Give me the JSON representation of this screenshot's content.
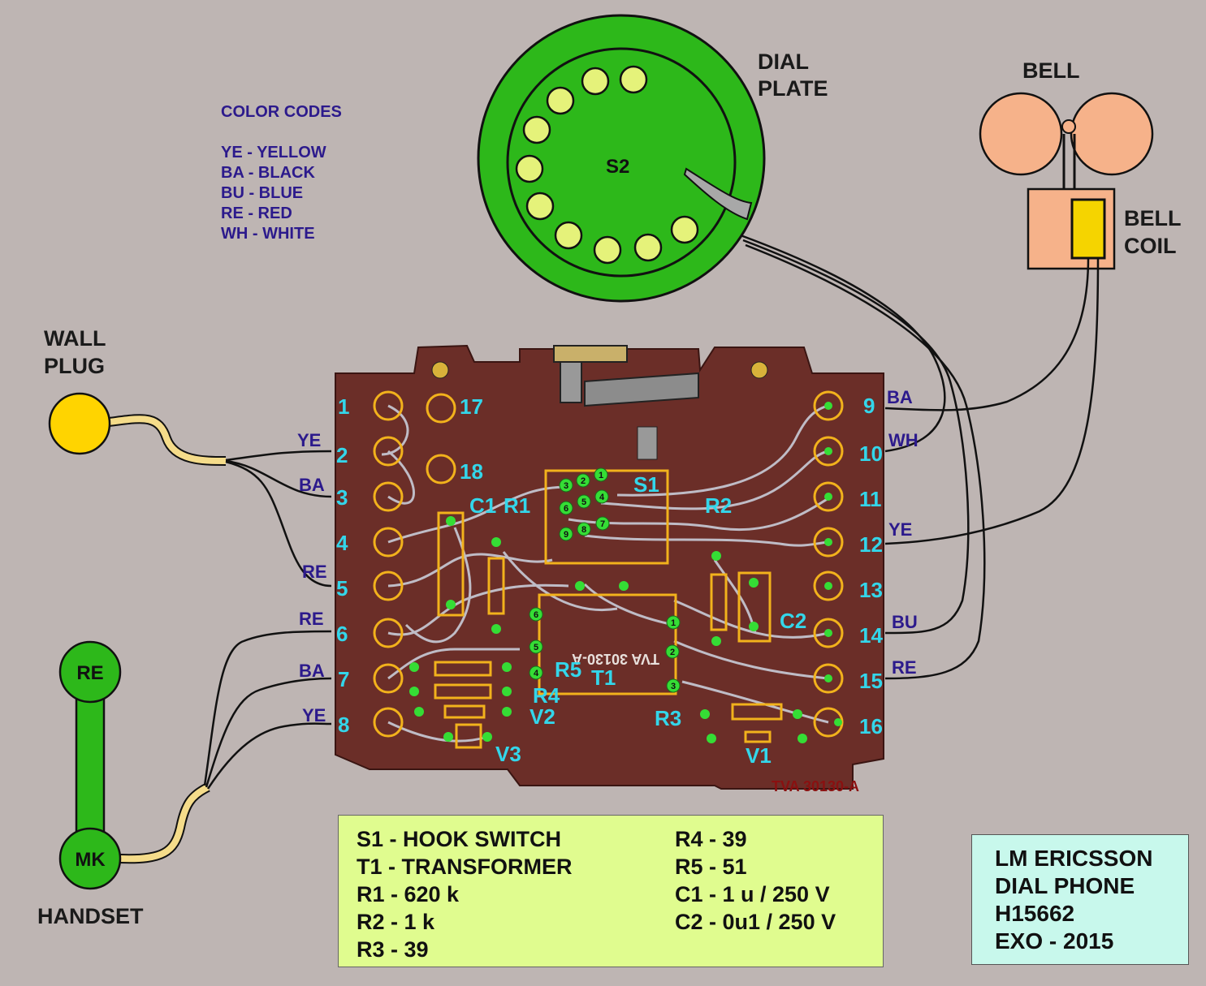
{
  "labels": {
    "dial_plate_line1": "DIAL",
    "dial_plate_line2": "PLATE",
    "dial_center": "S2",
    "bell": "BELL",
    "bell_coil_line1": "BELL",
    "bell_coil_line2": "COIL",
    "wall_plug_line1": "WALL",
    "wall_plug_line2": "PLUG",
    "handset": "HANDSET",
    "handset_re": "RE",
    "handset_mk": "MK",
    "board_code": "TVA 30130-A",
    "board_mirror_text": "TVA 30130-A"
  },
  "color_codes": {
    "title": "COLOR  CODES",
    "items": [
      "YE  -  YELLOW",
      "BA  -  BLACK",
      "BU  -  BLUE",
      "RE  -  RED",
      "WH -  WHITE"
    ]
  },
  "terminals": [
    "1",
    "2",
    "3",
    "4",
    "5",
    "6",
    "7",
    "8",
    "9",
    "10",
    "11",
    "12",
    "13",
    "14",
    "15",
    "16",
    "17",
    "18"
  ],
  "wire_labels": {
    "left": [
      "YE",
      "BA",
      "RE",
      "RE",
      "BA",
      "YE"
    ],
    "right": [
      "BA",
      "WH",
      "YE",
      "BU",
      "RE"
    ]
  },
  "components": [
    "S1",
    "C1",
    "R1",
    "R2",
    "C2",
    "R5",
    "T1",
    "R4",
    "V2",
    "R3",
    "V3",
    "V1"
  ],
  "switch_pins": [
    "1",
    "2",
    "3",
    "4",
    "5",
    "6",
    "7",
    "8",
    "9"
  ],
  "transformer_pins": [
    "1",
    "2",
    "3",
    "4",
    "5",
    "6"
  ],
  "legend": {
    "left": [
      "S1  -  HOOK SWITCH",
      "T1  -  TRANSFORMER",
      "R1  -  620 k",
      "R2  -  1 k",
      "R3  -  39"
    ],
    "right": [
      "R4  -  39",
      "R5  -  51",
      "C1  -  1 u / 250 V",
      "C2  -  0u1 / 250 V"
    ]
  },
  "ident": {
    "lines": [
      "LM ERICSSON",
      "DIAL  PHONE",
      "H15662",
      "EXO - 2015"
    ]
  },
  "colors": {
    "background": "#beb5b3",
    "dial_green": "#2db81a",
    "dial_hole": "#e5f27a",
    "bell_salmon": "#f6b28a",
    "coil_yellow": "#f5d400",
    "plug_yellow": "#ffd400",
    "board_brown": "#6b2e28",
    "trace_grey": "#bfbcc6",
    "terminal_ring": "#f2b21c",
    "pad_green": "#35dd35",
    "label_cyan": "#33d6ea",
    "label_navy": "#2c1a8c",
    "legend_bg": "#e0fc8f",
    "ident_bg": "#c8f8ec"
  }
}
